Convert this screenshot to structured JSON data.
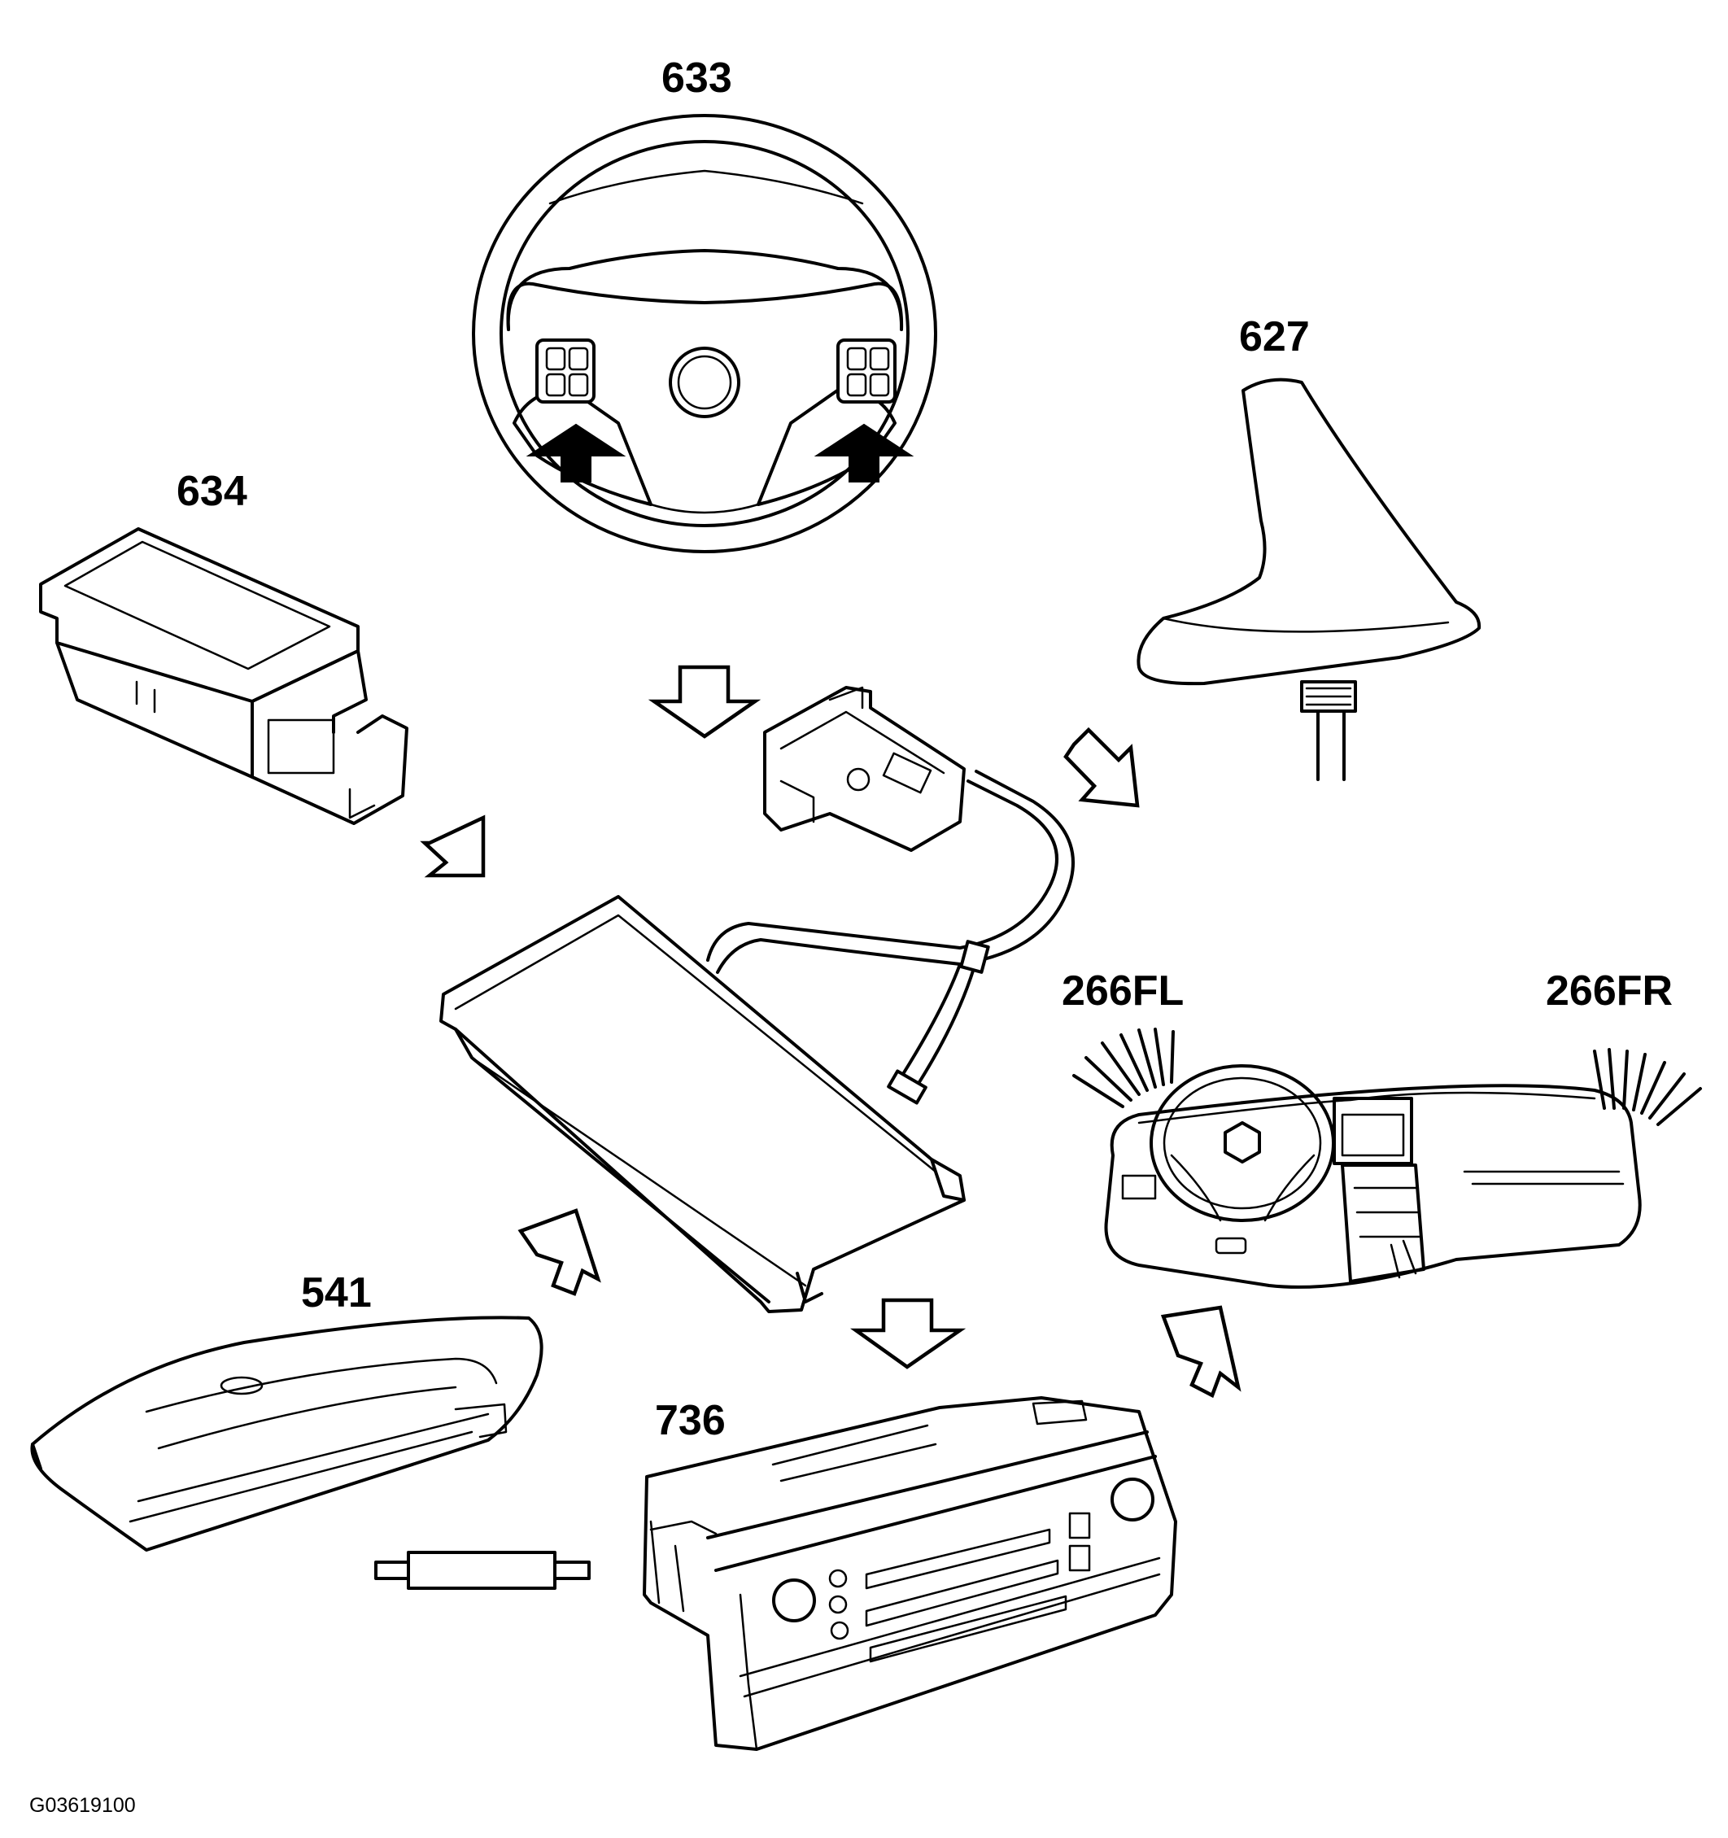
{
  "labels": {
    "steering_wheel": "633",
    "antenna": "627",
    "switch_module": "634",
    "speaker_left": "266FL",
    "speaker_right": "266FR",
    "display": "541",
    "climate_panel": "736"
  },
  "figure_code": "G03619100"
}
